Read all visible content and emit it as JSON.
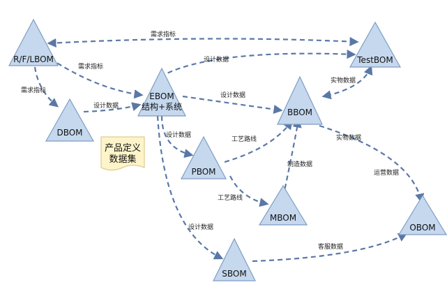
{
  "nodes": {
    "rflbom": "R/F/LBOM",
    "ebom_line1": "EBOM",
    "ebom_line2": "结构+系统",
    "testbom": "TestBOM",
    "dbom": "DBOM",
    "bbom": "BBOM",
    "pbom": "PBOM",
    "mbom": "MBOM",
    "obom": "OBOM",
    "sbom": "SBOM"
  },
  "edges": {
    "rf_test_top": "需求指标",
    "rf_ebom": "需求指标",
    "rf_dbom": "需求指标",
    "ebom_test": "设计数据",
    "dbom_ebom": "设计数据",
    "ebom_bbom": "设计数据",
    "test_bbom": "实物数据",
    "ebom_pbom": "设计数据",
    "pbom_bbom": "工艺路线",
    "mbom_bbom": "制造数据",
    "bbom_obom": "实物数据",
    "obom_bbom": "运营数据",
    "pbom_mbom": "工艺路线",
    "ebom_sbom": "设计数据",
    "sbom_obom": "客服数据"
  },
  "note": {
    "line1": "产品定义",
    "line2": "数据集"
  },
  "colors": {
    "node_fill": "#c5d8ee",
    "node_stroke": "#7f9cc2",
    "edge": "#5a78a6",
    "note_fill": "#fdf4c9"
  }
}
